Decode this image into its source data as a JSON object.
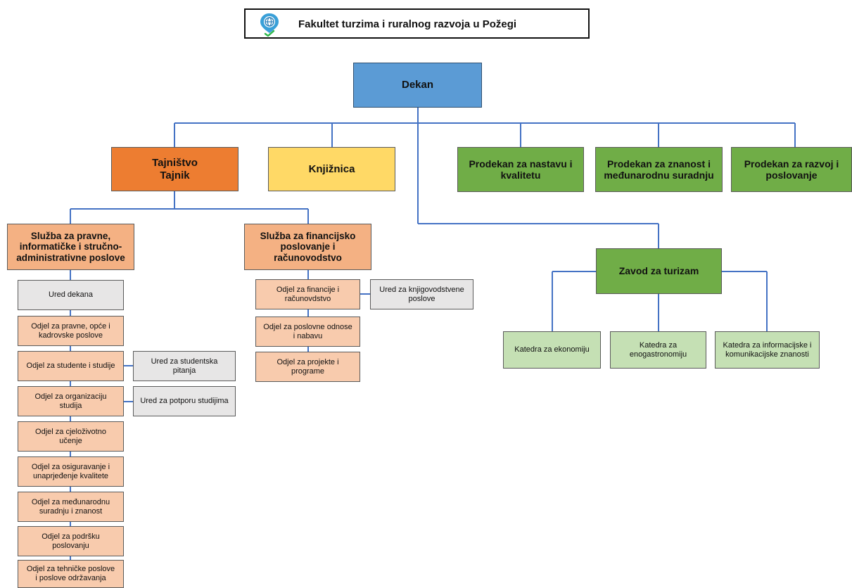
{
  "title": {
    "text": "Fakultet turzima i ruralnog razvoja u Požegi",
    "icon": "globe-location-check-icon"
  },
  "colors": {
    "connector": "#4472c4",
    "dekan": "#5b9bd5",
    "tajnistvo": "#ed7d31",
    "knjiznica": "#ffd966",
    "prodekan": "#70ad47",
    "sluzba": "#f4b183",
    "odjel": "#f8cbad",
    "ured": "#e7e6e6",
    "katedra": "#c5e0b4"
  },
  "nodes": {
    "dekan": "Dekan",
    "tajnistvo": "Tajništvo\nTajnik",
    "knjiznica": "Knjižnica",
    "prodekan_nastava": "Prodekan za nastavu i\nkvalitetu",
    "prodekan_znanost": "Prodekan za znanost i\nmeđunarodnu suradnju",
    "prodekan_razvoj": "Prodekan za razvoj i\nposlovanje",
    "sluzba_pravne": "Služba za pravne,\ninformatičke i stručno-\nadministrativne poslove",
    "sluzba_financije": "Služba za financijsko\nposlovanje i\nračunovodstvo",
    "ured_dekana": "Ured dekana",
    "odjel_pravne": "Odjel za pravne, opće i\nkadrovske poslove",
    "odjel_studente": "Odjel za studente i studije",
    "ured_studentska": "Ured za studentska\npitanja",
    "odjel_organizaciju": "Odjel za organizaciju\nstudija",
    "ured_potporu": "Ured za potporu studijima",
    "odjel_cjelozivotno": "Odjel za cjeloživotno\nučenje",
    "odjel_osiguravanje": "Odjel za osiguravanje i\nunaprjeđenje kvalitete",
    "odjel_medunarodnu": "Odjel za međunarodnu\nsuradnju i znanost",
    "odjel_podrsku": "Odjel za podršku\nposlovanju",
    "odjel_tehnicke": "Odjel za tehničke poslove\ni poslove održavanja",
    "odjel_financije": "Odjel za financije i\nračunovdstvo",
    "ured_knjigovodstvene": "Ured za knjigovodstvene\nposlove",
    "odjel_poslovne": "Odjel za poslovne odnose\ni nabavu",
    "odjel_projekte": "Odjel za projekte i\nprograme",
    "zavod": "Zavod za turizam",
    "katedra_ekonomiju": "Katedra za ekonomiju",
    "katedra_enogastronomiju": "Katedra za\nenogastronomiju",
    "katedra_informacijske": "Katedra za informacijske i\nkomunikacijske znanosti"
  }
}
